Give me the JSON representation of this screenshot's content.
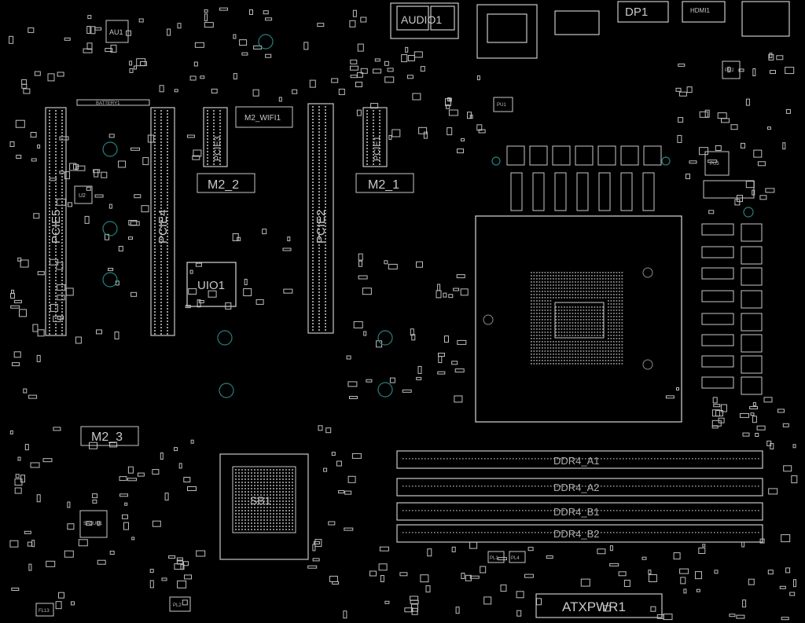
{
  "labels": {
    "au1": "AU1",
    "battery": "BATTERY1",
    "m2_wifi": "M2_WIFI1",
    "pcie5": "PCIE5",
    "pcie4": "PCIE4",
    "pcie2": "PCIE2",
    "pcie1": "PCIE1",
    "pcie3": "PCIE3",
    "m2_2": "M2_2",
    "m2_1": "M2_1",
    "m2_3": "M2_3",
    "uio1": "UIO1",
    "u2": "U2",
    "audio": "AUDIO1",
    "dp1": "DP1",
    "hdmi": "HDMI1",
    "sb": "SB1",
    "ddr_a1": "DDR4_A1",
    "ddr_a2": "DDR4_A2",
    "ddr_b1": "DDR4_B1",
    "ddr_b2": "DDR4_B2",
    "atxpwr": "ATXPWR1",
    "pl1": "PL1",
    "pl2": "PL2",
    "pl4": "PL4",
    "pu1": "PU1",
    "pu2": "PU2",
    "pu3": "PU3",
    "fl13": "FL13",
    "sabu": "SABUU1"
  },
  "colors": {
    "background": "#000000",
    "outline": "#c8c8c8",
    "via": "#2a7f7f"
  }
}
